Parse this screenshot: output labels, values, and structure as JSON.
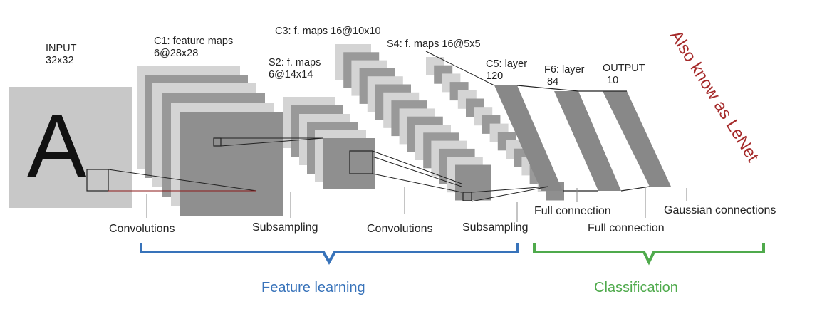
{
  "layers": [
    {
      "name": "INPUT",
      "size": "32x32"
    },
    {
      "name": "C1: feature maps",
      "size": "6@28x28"
    },
    {
      "name": "S2: f. maps",
      "size": "6@14x14"
    },
    {
      "name": "C3: f. maps 16@10x10",
      "size": ""
    },
    {
      "name": "S4: f. maps 16@5x5",
      "size": ""
    },
    {
      "name": "C5: layer",
      "size": "120"
    },
    {
      "name": "F6: layer",
      "size": "84"
    },
    {
      "name": "OUTPUT",
      "size": "10"
    }
  ],
  "input_glyph": "A",
  "operations": [
    "Convolutions",
    "Subsampling",
    "Convolutions",
    "Subsampling",
    "Full connection",
    "Full connection",
    "Gaussian connections"
  ],
  "groups": [
    {
      "label": "Feature learning",
      "color": "#3873BA"
    },
    {
      "label": "Classification",
      "color": "#4FAA4C"
    }
  ],
  "annotation": {
    "text": "Also know as LeNet",
    "color": "#A52A2A"
  }
}
